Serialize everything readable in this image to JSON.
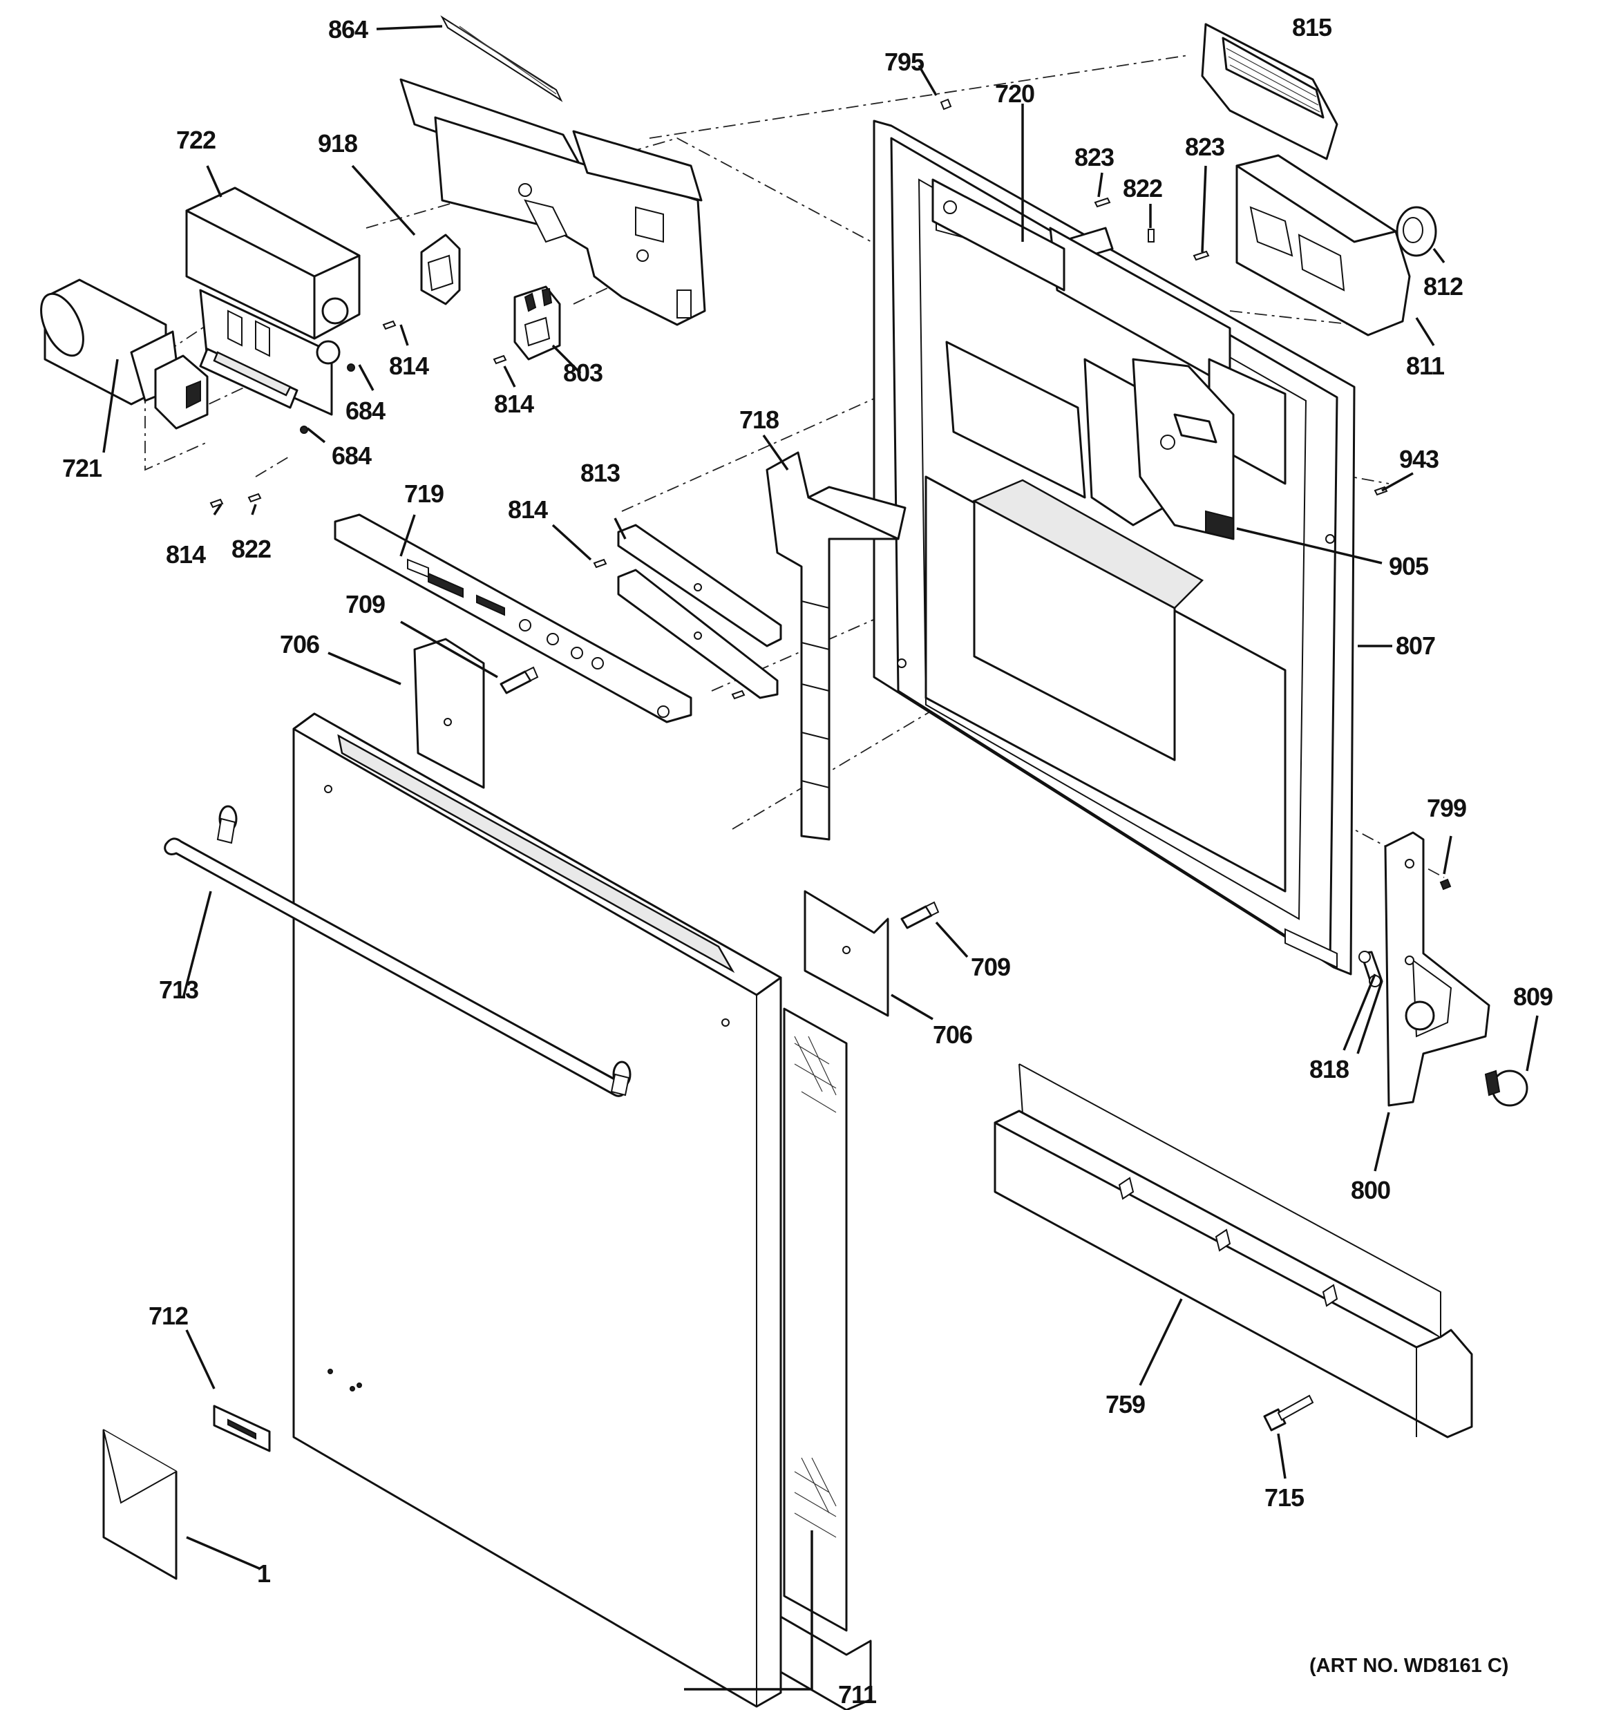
{
  "callouts": {
    "c864": "864",
    "c815": "815",
    "c795": "795",
    "c720": "720",
    "c722": "722",
    "c918": "918",
    "c823a": "823",
    "c823b": "823",
    "c822a": "822",
    "c812": "812",
    "c811": "811",
    "c814a": "814",
    "c803": "803",
    "c684a": "684",
    "c814b": "814",
    "c721": "721",
    "c684b": "684",
    "c718": "718",
    "c943": "943",
    "c813": "813",
    "c814c": "814",
    "c719": "719",
    "c905": "905",
    "c814d": "814",
    "c822b": "822",
    "c709a": "709",
    "c807": "807",
    "c706a": "706",
    "c799": "799",
    "c713": "713",
    "c709b": "709",
    "c809": "809",
    "c706b": "706",
    "c818": "818",
    "c800": "800",
    "c712": "712",
    "c759": "759",
    "c715": "715",
    "c1": "1",
    "c711": "711"
  },
  "art_number": "(ART NO. WD8161 C)"
}
